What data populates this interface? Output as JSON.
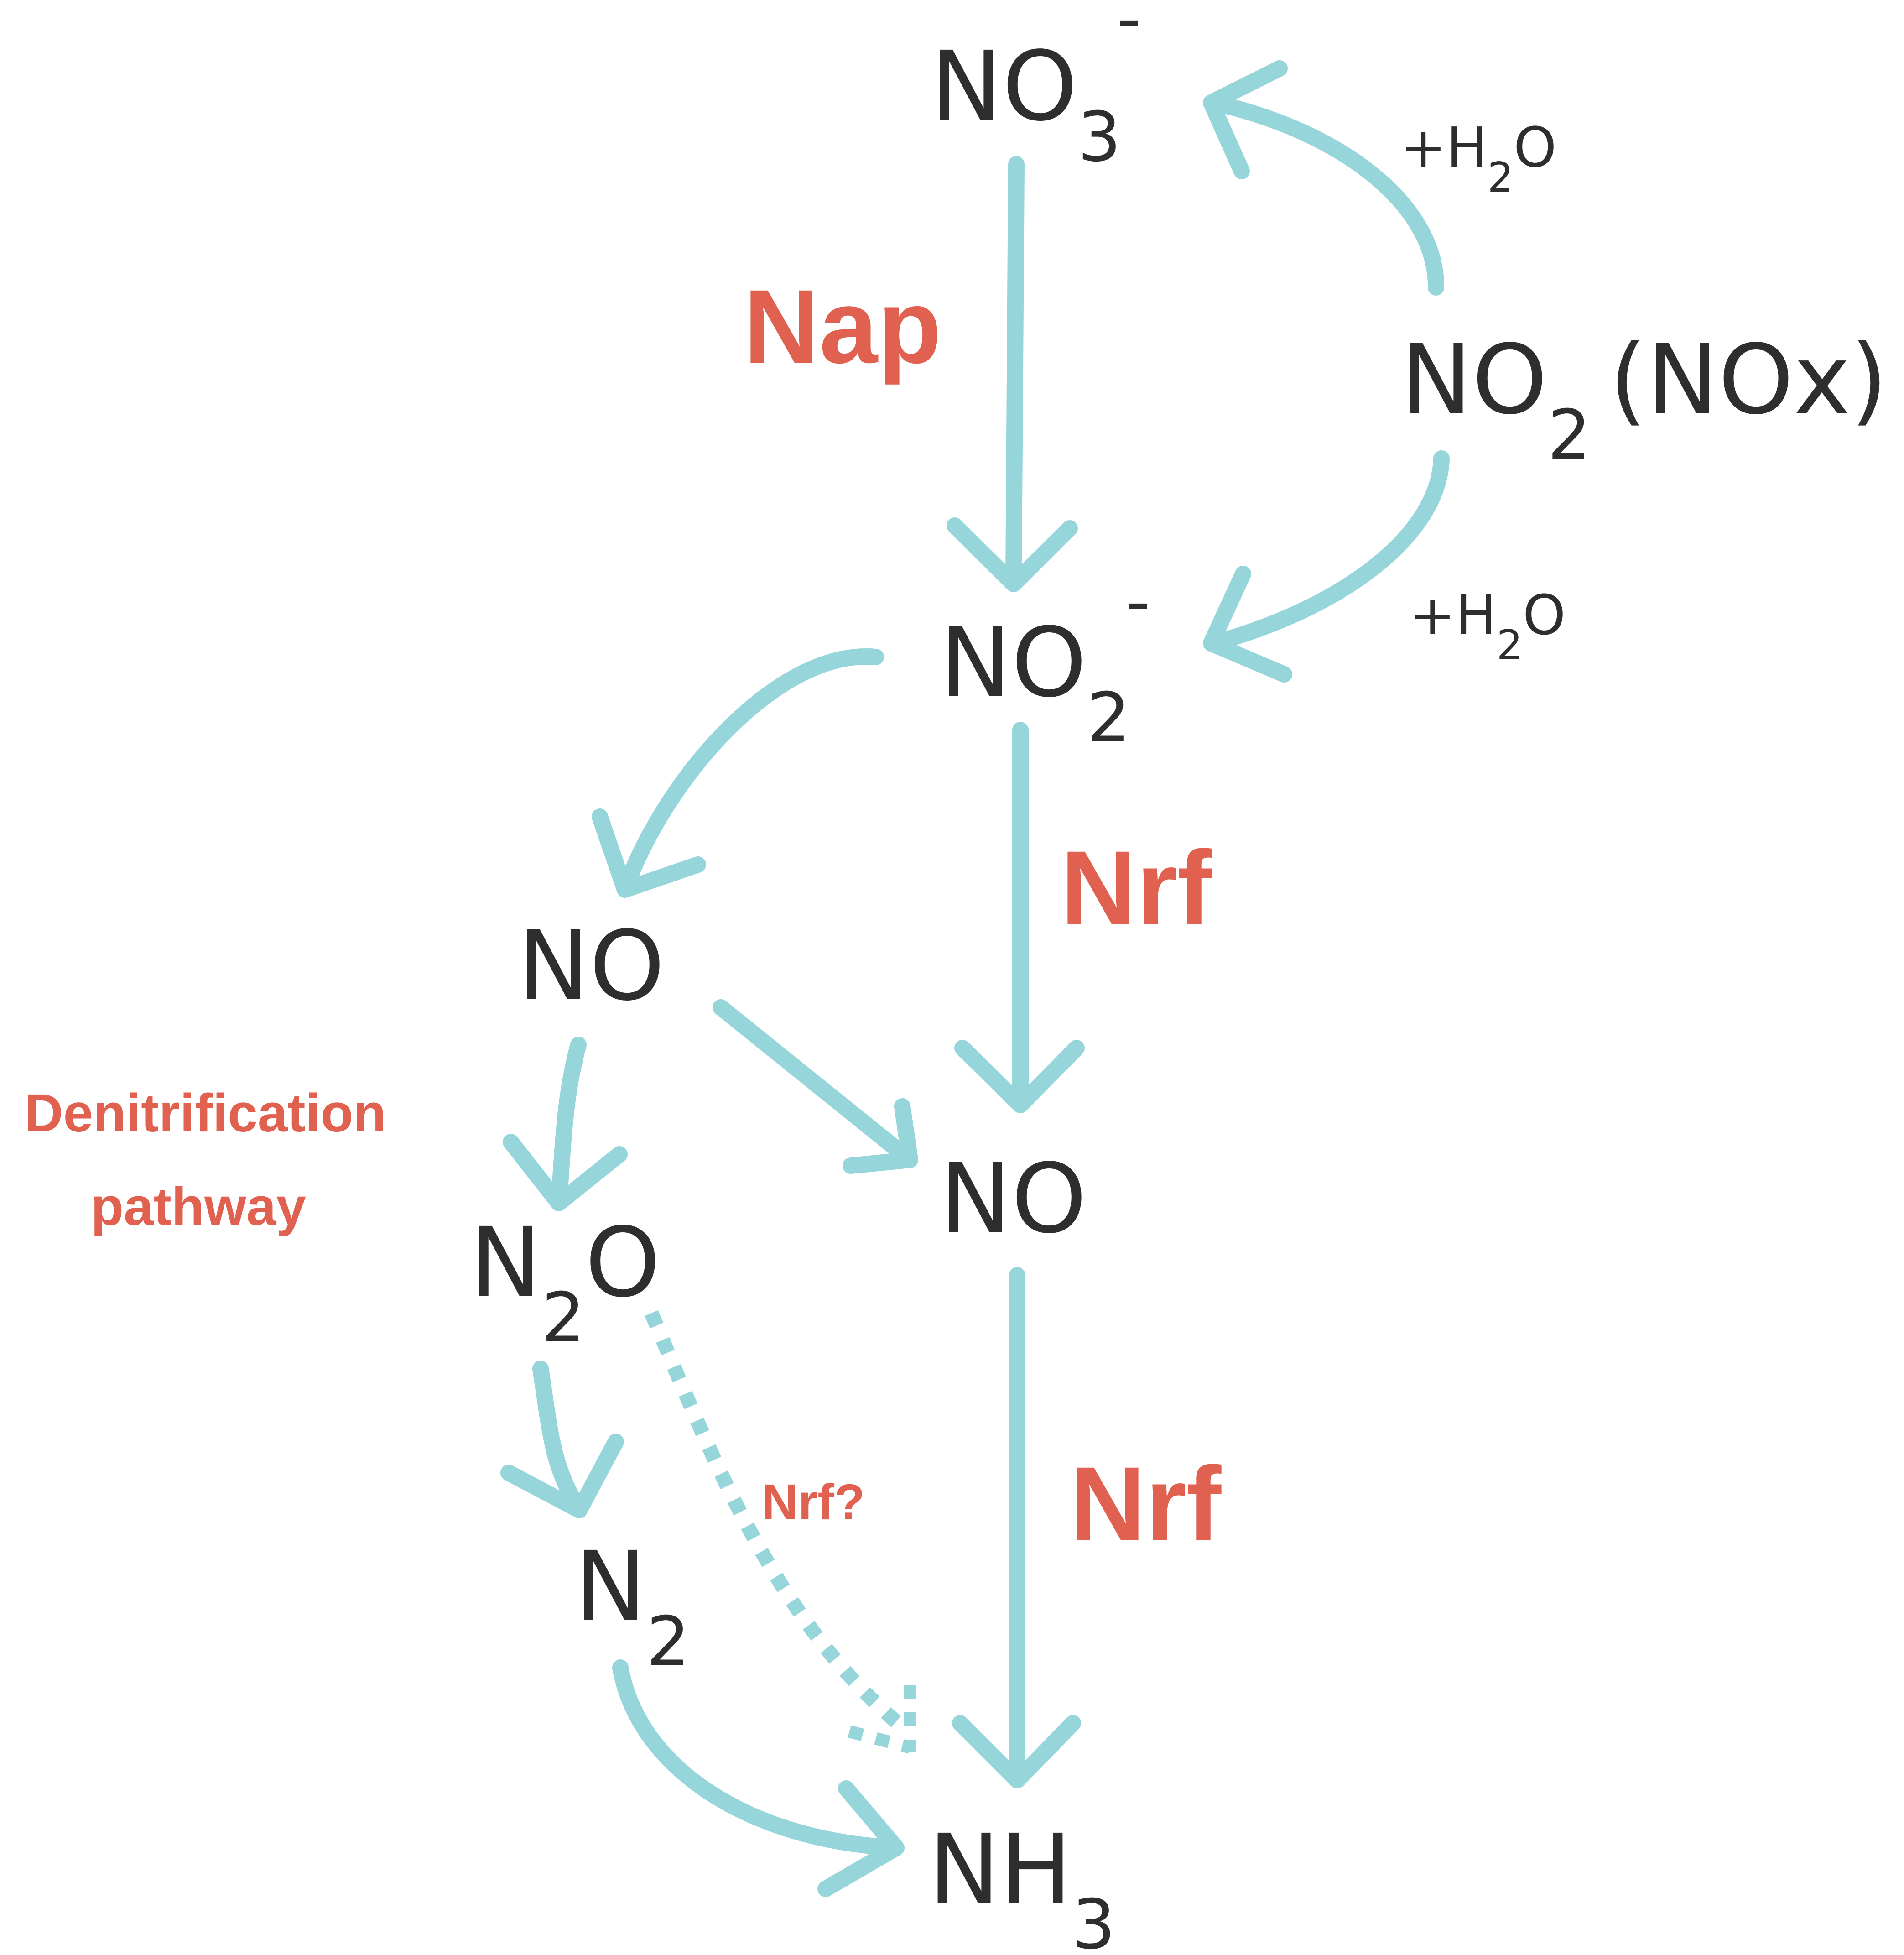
{
  "colors": {
    "arrow": "#96d5da",
    "enzyme": "#e0614f",
    "text": "#2e2e2e"
  },
  "species": {
    "nitrate": {
      "base": "NO",
      "sub": "3",
      "sup": "-"
    },
    "nitrogen_dioxide": {
      "base": "NO",
      "sub": "2",
      "suffix": "(NOx)"
    },
    "nitrite": {
      "base": "NO",
      "sub": "2",
      "sup": "-"
    },
    "no_denitrification": {
      "base": "NO"
    },
    "no_nrf": {
      "base": "NO"
    },
    "nitrous_oxide": {
      "base": "N",
      "sub": "2",
      "tail": "O"
    },
    "dinitrogen": {
      "base": "N",
      "sub": "2"
    },
    "ammonia": {
      "base": "NH",
      "sub": "3"
    }
  },
  "water_labels": {
    "upper": {
      "prefix": "+H",
      "sub": "2",
      "tail": "O"
    },
    "lower": {
      "prefix": "+H",
      "sub": "2",
      "tail": "O"
    }
  },
  "enzymes": {
    "nap": "Nap",
    "nrf_upper": "Nrf",
    "nrf_lower": "Nrf",
    "nrf_question": "Nrf?"
  },
  "pathway_label": {
    "line1": "Denitrification",
    "line2": "pathway"
  }
}
